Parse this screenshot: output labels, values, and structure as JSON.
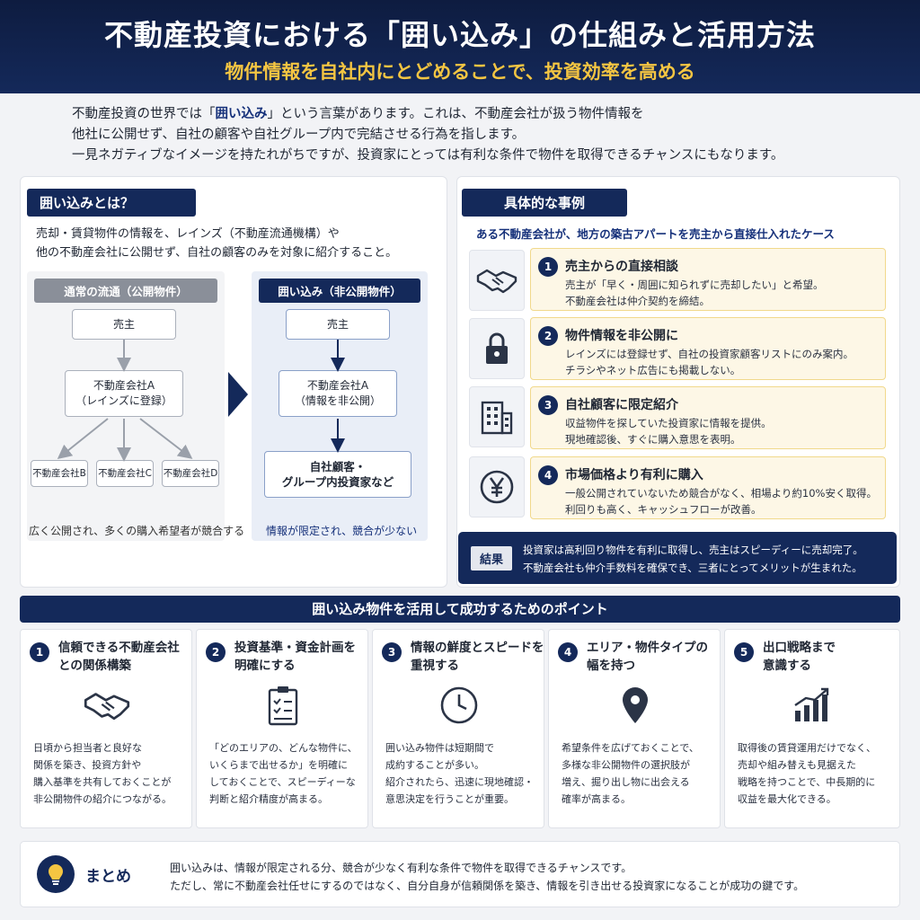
{
  "header": {
    "title": "不動産投資における「囲い込み」の仕組みと活用方法",
    "subtitle": "物件情報を自社内にとどめることで、投資効率を高める"
  },
  "intro": {
    "line1_a": "不動産投資の世界では「",
    "line1_hl": "囲い込み",
    "line1_b": "」という言葉があります。これは、不動産会社が扱う物件情報を",
    "line2": "他社に公開せず、自社の顧客や自社グループ内で完結させる行為を指します。",
    "line3": "一見ネガティブなイメージを持たれがちですが、投資家にとっては有利な条件で物件を取得できるチャンスにもなります。"
  },
  "definition": {
    "tag": "囲い込みとは？",
    "line1": "売却・賃貸物件の情報を、レインズ（不動産流通機構）や",
    "line2": "他の不動産会社に公開せず、自社の顧客のみを対象に紹介すること。",
    "normal": {
      "head": "通常の流通（公開物件）",
      "seller": "売主",
      "agent_l1": "不動産会社A",
      "agent_l2": "（レインズに登録）",
      "b": "不動産会社B",
      "c": "不動産会社C",
      "d": "不動産会社D",
      "note": "広く公開され、多くの購入希望者が競合する"
    },
    "closed": {
      "head": "囲い込み（非公開物件）",
      "seller": "売主",
      "agent_l1": "不動産会社A",
      "agent_l2": "（情報を非公開）",
      "client_l1": "自社顧客・",
      "client_l2": "グループ内投資家など",
      "note": "情報が限定され、競合が少ない"
    }
  },
  "cases": {
    "tag": "具体的な事例",
    "subtitle": "ある不動産会社が、地方の築古アパートを売主から直接仕入れたケース",
    "items": [
      {
        "num": "1",
        "icon": "handshake-icon",
        "title": "売主からの直接相談",
        "l1": "売主が「早く・周囲に知られずに売却したい」と希望。",
        "l2": "不動産会社は仲介契約を締結。"
      },
      {
        "num": "2",
        "icon": "lock-icon",
        "title": "物件情報を非公開に",
        "l1": "レインズには登録せず、自社の投資家顧客リストにのみ案内。",
        "l2": "チラシやネット広告にも掲載しない。"
      },
      {
        "num": "3",
        "icon": "building-icon",
        "title": "自社顧客に限定紹介",
        "l1": "収益物件を探していた投資家に情報を提供。",
        "l2": "現地確認後、すぐに購入意思を表明。"
      },
      {
        "num": "4",
        "icon": "yen-icon",
        "title": "市場価格より有利に購入",
        "l1": "一般公開されていないため競合がなく、相場より約10%安く取得。",
        "l2": "利回りも高く、キャッシュフローが改善。"
      }
    ],
    "result": {
      "badge": "結果",
      "l1": "投資家は高利回り物件を有利に取得し、売主はスピーディーに売却完了。",
      "l2": "不動産会社も仲介手数料を確保でき、三者にとってメリットが生まれた。"
    }
  },
  "points": {
    "title": "囲い込み物件を活用して成功するためのポイント",
    "items": [
      {
        "num": "1",
        "icon": "handshake-icon",
        "t1": "信頼できる不動産会社",
        "t2": "との関係構築",
        "b": [
          "日頃から担当者と良好な",
          "関係を築き、投資方針や",
          "購入基準を共有しておくことが",
          "非公開物件の紹介につながる。"
        ]
      },
      {
        "num": "2",
        "icon": "checklist-icon",
        "t1": "投資基準・資金計画を",
        "t2": "明確にする",
        "b": [
          "「どのエリアの、どんな物件に、",
          "いくらまで出せるか」を明確に",
          "しておくことで、スピーディーな",
          "判断と紹介精度が高まる。"
        ]
      },
      {
        "num": "3",
        "icon": "clock-icon",
        "t1": "情報の鮮度とスピードを",
        "t2": "重視する",
        "b": [
          "囲い込み物件は短期間で",
          "成約することが多い。",
          "紹介されたら、迅速に現地確認・",
          "意思決定を行うことが重要。"
        ]
      },
      {
        "num": "4",
        "icon": "location-pin-icon",
        "t1": "エリア・物件タイプの",
        "t2": "幅を持つ",
        "b": [
          "希望条件を広げておくことで、",
          "多様な非公開物件の選択肢が",
          "増え、掘り出し物に出会える",
          "確率が高まる。"
        ]
      },
      {
        "num": "5",
        "icon": "growth-chart-icon",
        "t1": "出口戦略まで",
        "t2": "意識する",
        "b": [
          "取得後の賃貸運用だけでなく、",
          "売却や組み替えも見据えた",
          "戦略を持つことで、中長期的に",
          "収益を最大化できる。"
        ]
      }
    ]
  },
  "summary": {
    "label": "まとめ",
    "l1": "囲い込みは、情報が限定される分、競合が少なく有利な条件で物件を取得できるチャンスです。",
    "l2": "ただし、常に不動産会社任せにするのではなく、自分自身が信頼関係を築き、情報を引き出せる投資家になることが成功の鍵です。"
  },
  "colors": {
    "navy": "#14295a",
    "gold": "#f4c542",
    "case_bg": "#fdf7e6"
  }
}
